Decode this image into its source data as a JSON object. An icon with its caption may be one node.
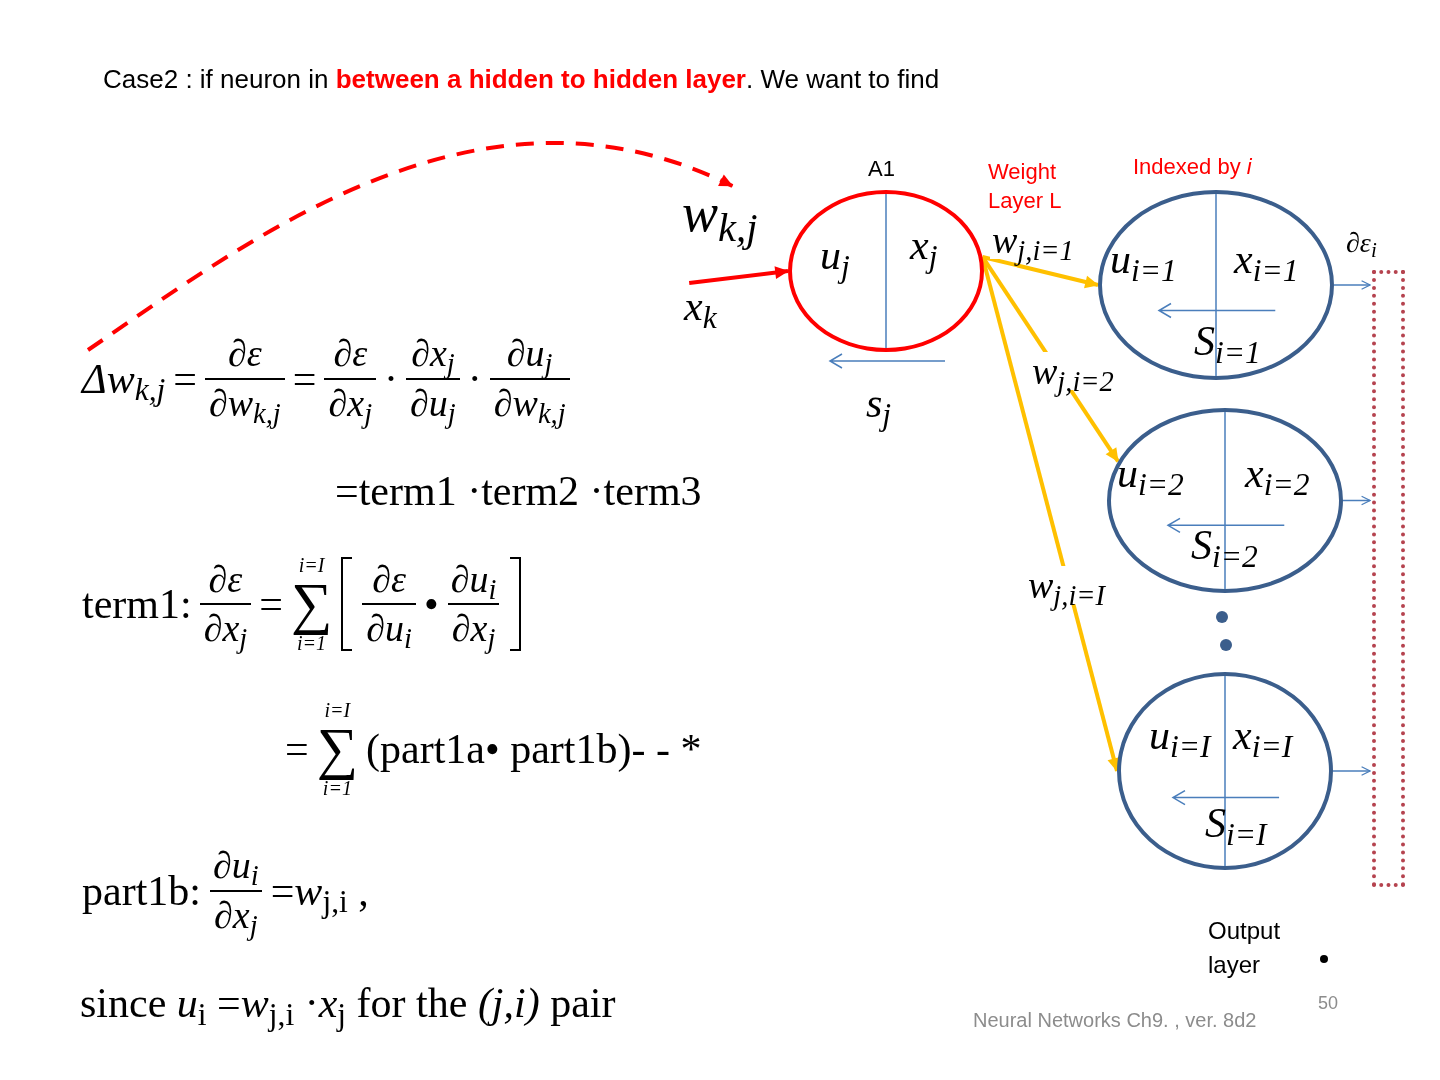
{
  "diagram": {
    "title": "Case2 : if neuron in **between a hidden to hidden  layer**. We want to find",
    "nodes": [
      {
        "text": [
          "w$_{k,j}$"
        ]
      },
      {
        "text": [
          "x$_{k}$"
        ]
      },
      {
        "text": [
          "A1",
          "u$_{j}$",
          "x$_{j}$"
        ],
        "beside": [
          "s$_{j}$"
        ]
      },
      {
        "text": [
          "u$_{i=1}$",
          "x$_{i=1}$",
          "S$_{i=1}$"
        ]
      },
      {
        "text": [
          "u$_{i=2}$",
          "x$_{i=2}$",
          "S$_{i=2}$"
        ]
      },
      {
        "text": [
          "u$_{i=I}$",
          "x$_{i=I}$",
          "S$_{i=I}$"
        ]
      },
      {
        "text": [
          "∂ε$_{i}$"
        ]
      }
    ],
    "edges": [
      {
        "from": null,
        "to": 0,
        "arrow": "to",
        "style": "dashed",
        "color": "#ff0000"
      },
      {
        "from": 1,
        "to": 2,
        "arrow": "to",
        "color": "#ff0000"
      },
      {
        "from": 2,
        "to": 3,
        "arrow": "to",
        "label": "w$_{j,i=1}$",
        "color": "#ffc000"
      },
      {
        "from": 2,
        "to": 4,
        "arrow": "to",
        "label": "w$_{j,i=2}$",
        "color": "#ffc000"
      },
      {
        "from": 2,
        "to": 5,
        "arrow": "to",
        "label": "w$_{j,i=I}$",
        "color": "#ffc000"
      },
      {
        "from": 3,
        "to": 6,
        "arrow": "to",
        "color": "#4a7ebb"
      },
      {
        "from": 4,
        "to": 6,
        "arrow": "to",
        "color": "#4a7ebb"
      },
      {
        "from": 5,
        "to": 6,
        "arrow": "to",
        "color": "#4a7ebb"
      }
    ],
    "labels": [
      "Weight Layer L",
      "Indexed by *i*",
      "Δw$_{k,j}$",
      "=",
      "∂ε",
      "∂w$_{k,j}$",
      "=",
      "∂ε",
      "∂x$_{j}$",
      "·",
      "∂x$_{j}$",
      "∂u$_{j}$",
      "·",
      "∂u$_{j}$",
      "∂w$_{k,j}$",
      "=term1 ·term2 ·term3",
      "term1:",
      "∂ε",
      "∂x$_{j}$",
      "=",
      "i=I",
      "∑",
      "i=1",
      "∂ε",
      "∂u$_{i}$",
      "•",
      "∂u$_{i}$",
      "∂x$_{j}$",
      "=",
      "i=I",
      "∑",
      "i=1",
      "(part1a• part1b)- - *",
      "part1b:",
      "∂u$_{i}$",
      "∂x$_{j}$",
      "=*w*$_{j,i}$ ,",
      "since *u*$_{i}$ =*w*$_{j,i}$ ·*x*$_{j}$ for the *(j,i)* pair",
      "Output layer",
      "Neural Networks Ch9. , ver. 8d2",
      "50"
    ]
  }
}
